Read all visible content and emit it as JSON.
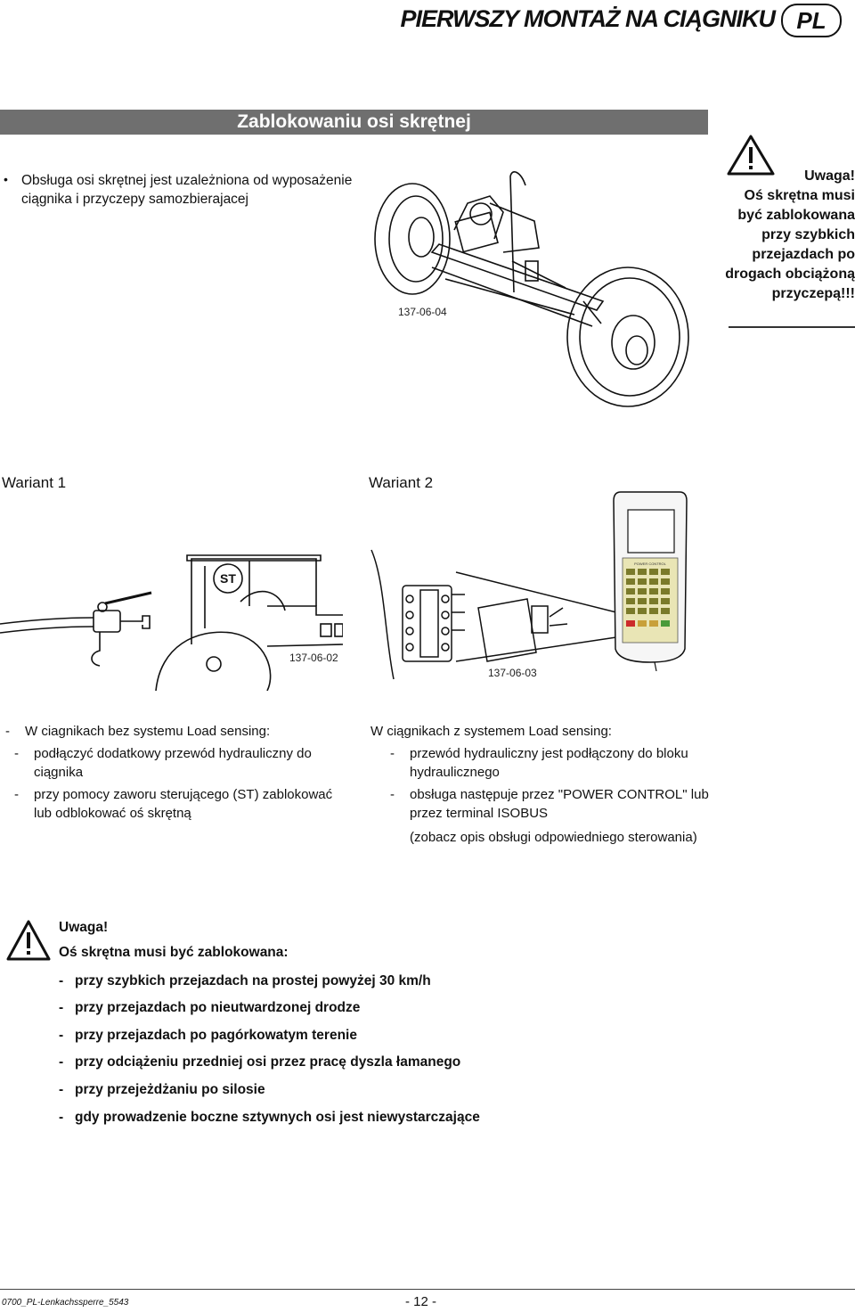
{
  "header": {
    "title": "PIERWSZY MONTAŻ NA CIĄGNIKU",
    "lang": "PL"
  },
  "section": {
    "title": "Zablokowaniu osi skrętnej"
  },
  "intro": {
    "bullet": "•",
    "text_line1": "Obsługa osi skrętnej jest uzależniona od wyposażenie",
    "text_line2": "ciągnika i przyczepy samozbierajacej"
  },
  "figures": {
    "axle": {
      "label": "137-06-04"
    },
    "tractor": {
      "label": "137-06-02"
    },
    "valve_block": {
      "label": "137-06-03"
    }
  },
  "side_warning": {
    "title": "Uwaga!",
    "lines": [
      "Oś skrętna musi",
      "być zablokowana",
      "przy szybkich",
      "przejazdach po",
      "drogach obciążoną",
      "przyczepą!!!"
    ]
  },
  "variants": {
    "v1": "Wariant 1",
    "v2": "Wariant 2"
  },
  "tractor_badge": "ST",
  "left_col": {
    "dash": "-",
    "intro": "W ciagnikach bez systemu Load sensing:",
    "item1_line1": "podłączyć dodatkowy przewód hydrauliczny do",
    "item1_line2": "ciągnika",
    "item2_line1": "przy pomocy zaworu sterującego (ST) zablokować",
    "item2_line2": "lub  odblokować oś skrętną"
  },
  "right_col": {
    "dash": "-",
    "intro": "W ciągnikach z systemem Load sensing:",
    "item1_line1": "przewód hydrauliczny jest podłączony do bloku",
    "item1_line2": "hydraulicznego",
    "item2_line1": "obsługa następuje przez \"POWER CONTROL\" lub",
    "item2_line2": "przez terminal ISOBUS",
    "note": "(zobacz opis obsługi odpowiedniego sterowania)"
  },
  "terminal": {
    "brand": "POWER CONTROL"
  },
  "bottom_warning": {
    "title": "Uwaga!",
    "subtitle": "Oś skrętna musi być zablokowana:",
    "dash": "-",
    "items": [
      "przy szybkich przejazdach na prostej powyżej 30 km/h",
      "przy przejazdach po nieutwardzonej drodze",
      "przy przejazdach po pagórkowatym terenie",
      "przy odciążeniu przedniej osi przez pracę dyszla łamanego",
      "przy przejeżdżaniu po silosie",
      "gdy prowadzenie boczne sztywnych osi jest niewystarczające"
    ]
  },
  "footer": {
    "doc_id": "0700_PL-Lenkachssperre_5543",
    "page": "- 12 -"
  }
}
